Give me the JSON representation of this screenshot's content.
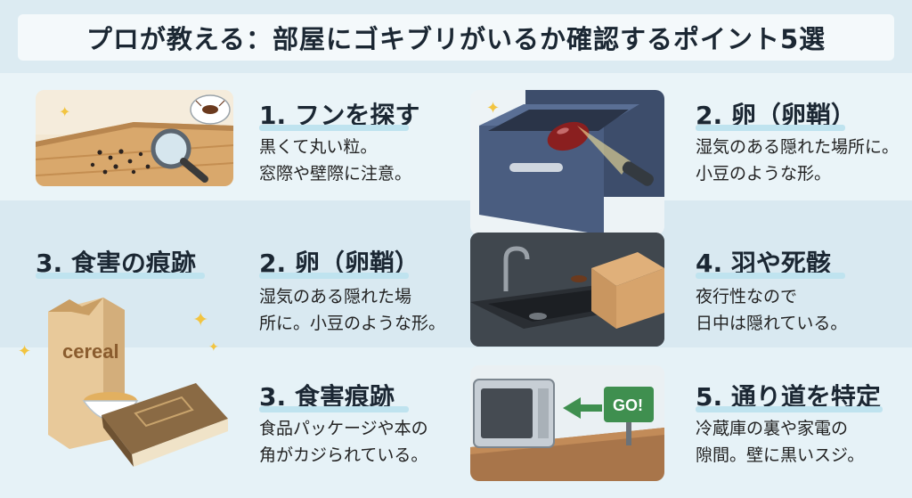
{
  "title": "プロが教える：部屋にゴキブリがいるか確認するポイント5選",
  "items": [
    {
      "heading": "1. フンを探す",
      "desc": "黒くて丸い粒。\n窓際や壁際に注意。"
    },
    {
      "heading": "2. 卵（卵鞘）",
      "desc": "湿気のある隠れた場所に。\n小豆のような形。"
    },
    {
      "heading": "3. 食害の痕跡",
      "desc": ""
    },
    {
      "heading": "2. 卵（卵鞘）",
      "desc": "湿気のある隠れた場\n所に。小豆のような形。"
    },
    {
      "heading": "4. 羽や死骸",
      "desc": "夜行性なので\n日中は隠れている。"
    },
    {
      "heading": "3. 食害痕跡",
      "desc": "食品パッケージや本の\n角がカジられている。"
    },
    {
      "heading": "5. 通り道を特定",
      "desc": "冷蔵庫の裏や家電の\n隙間。壁に黒いスジ。"
    }
  ],
  "illustrations": {
    "cereal_box_label": "cereal",
    "go_sign_label": "GO!"
  },
  "icons": [
    "magnifier-icon",
    "cockroach-icon",
    "bean-egg-icon",
    "flashlight-icon",
    "sparkle-icon",
    "box-icon",
    "sink-icon",
    "book-icon",
    "microwave-icon",
    "arrow-icon"
  ],
  "colors": {
    "accent": "#bfe3ef",
    "background": "#eaf4f8",
    "heading": "#1b2733",
    "go_sign": "#3f8f4f"
  }
}
